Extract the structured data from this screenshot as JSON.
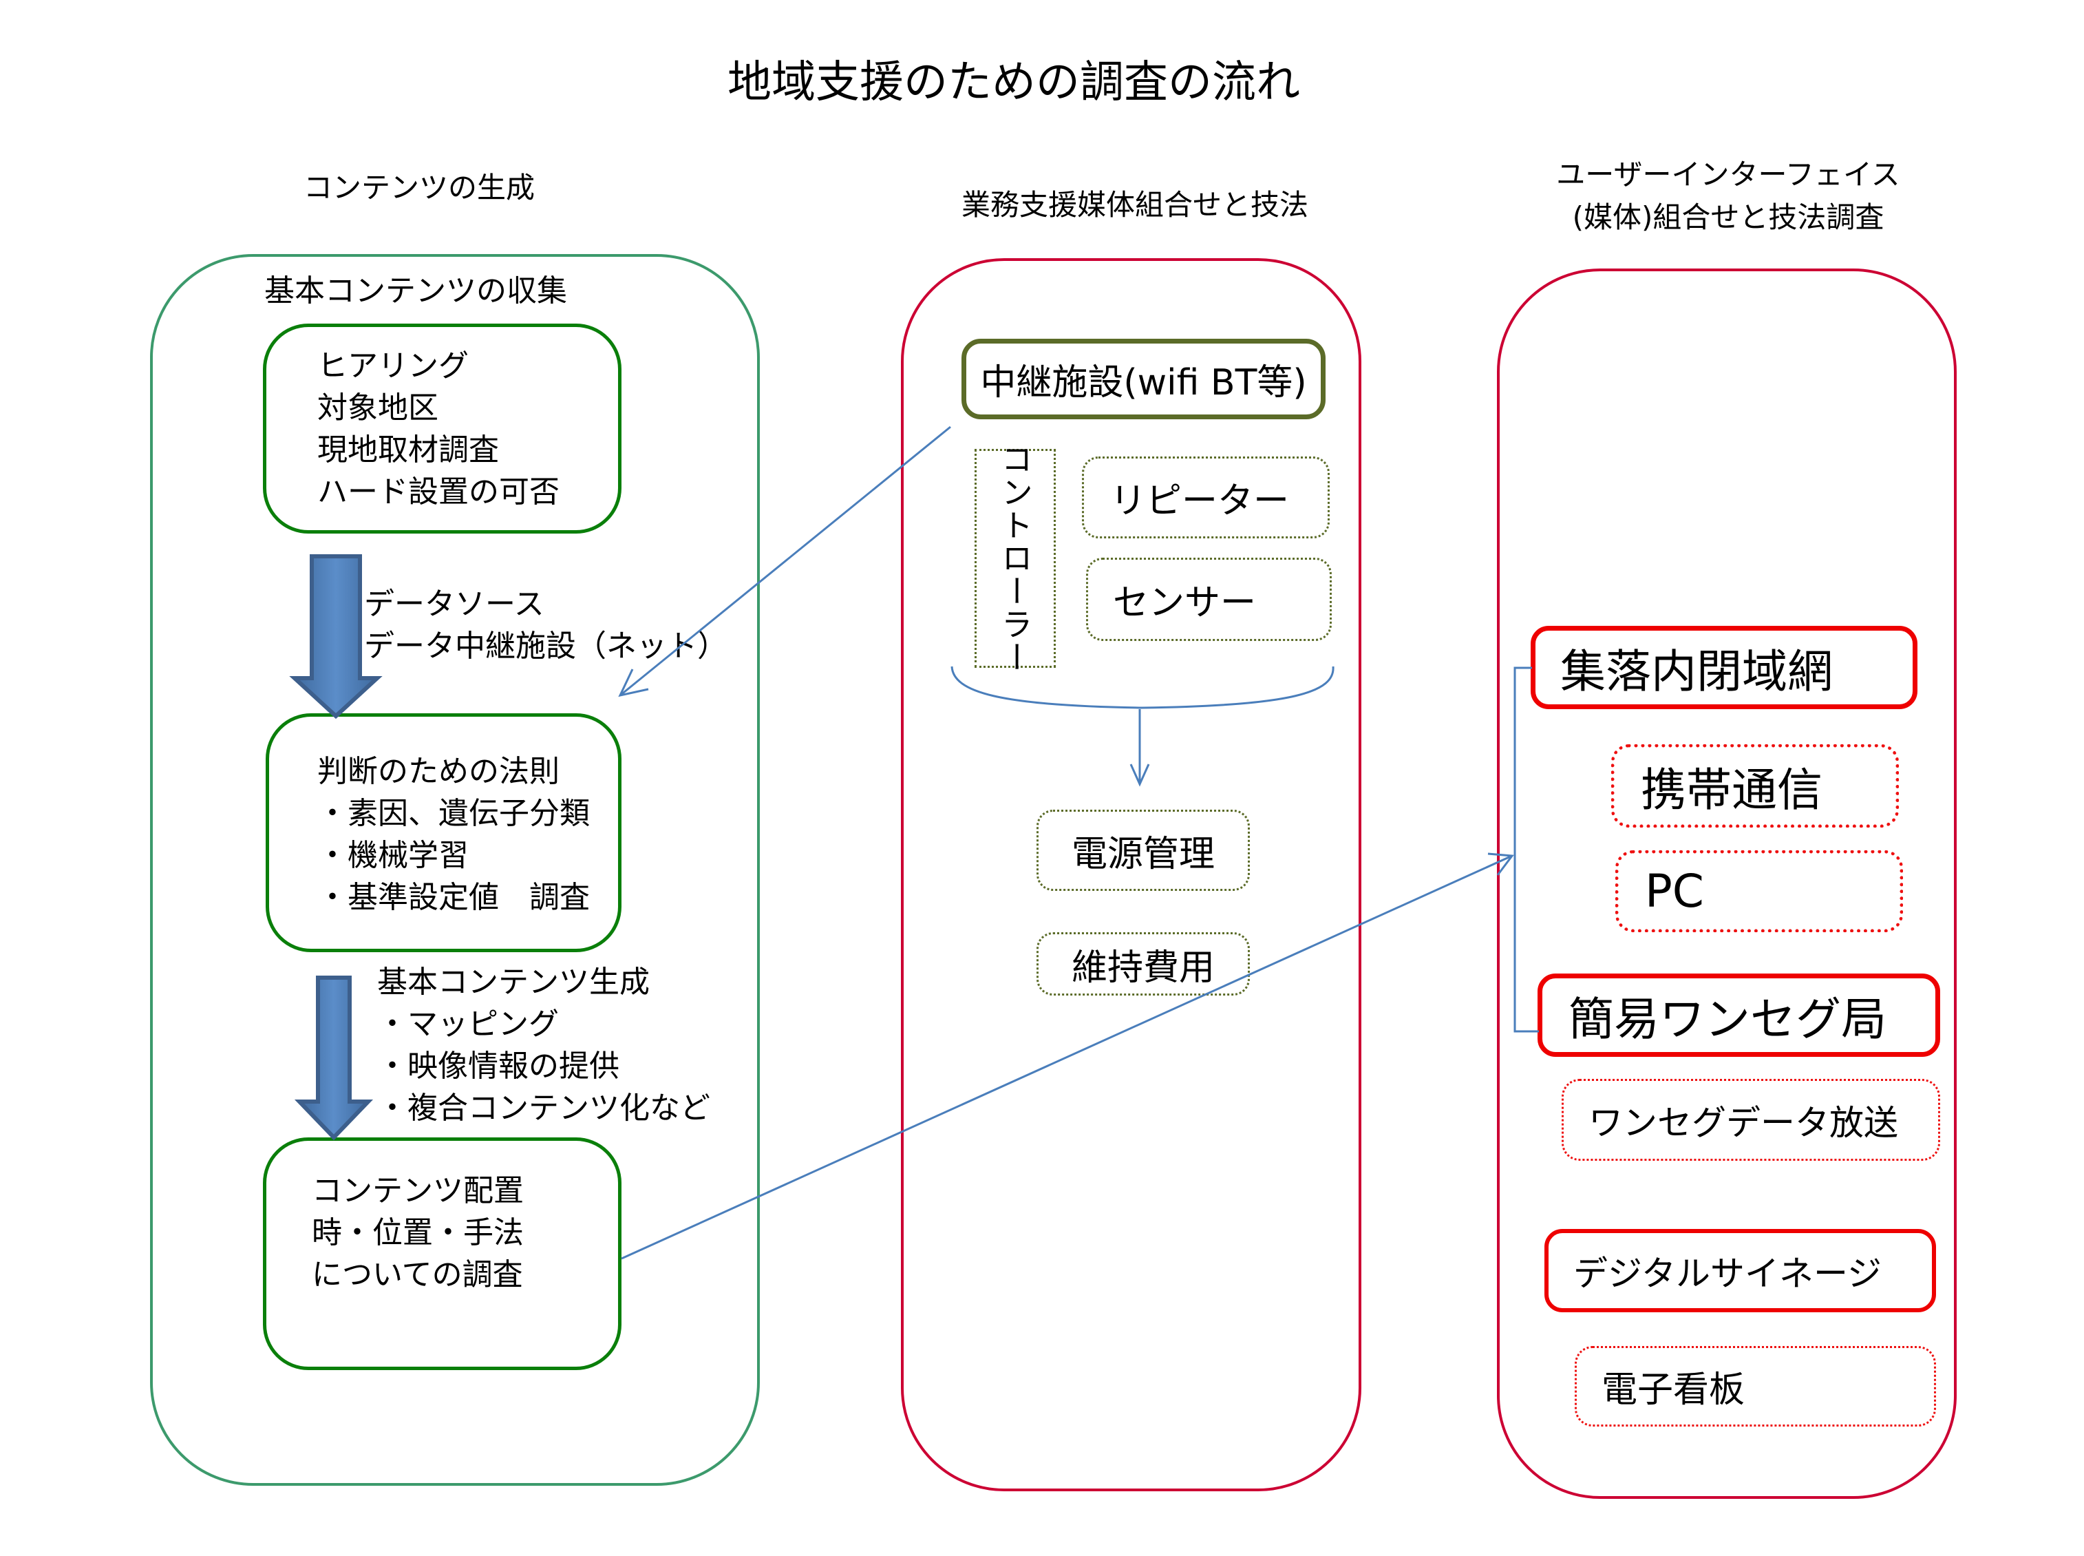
{
  "title": "地域支援のための調査の流れ",
  "columns": {
    "content": {
      "header": "コンテンツの生成",
      "section_label": "基本コンテンツの収集",
      "box_collection": [
        "ヒアリング",
        "対象地区",
        "現地取材調査",
        "ハード設置の可否"
      ],
      "arrow1_note": [
        "データソース",
        "データ中継施設（ネット）"
      ],
      "box_rules": [
        "判断のための法則",
        "・素因、遺伝子分類",
        "・機械学習",
        "・基準設定値　調査"
      ],
      "arrow2_note": [
        "基本コンテンツ生成",
        "・マッピング",
        "・映像情報の提供",
        "・複合コンテンツ化など"
      ],
      "box_placement": [
        "コンテンツ配置",
        "時・位置・手法",
        "についての調査"
      ]
    },
    "business": {
      "header": "業務支援媒体組合せと技法",
      "relay": "中継施設(wifi BT等)",
      "controller": "コントローラー",
      "repeater": "リピーター",
      "sensor": "センサー",
      "power": "電源管理",
      "maintenance": "維持費用"
    },
    "ui": {
      "header_line1": "ユーザーインターフェイス",
      "header_line2": "(媒体)組合せと技法調査",
      "closed_network": "集落内閉域網",
      "mobile": "携帯通信",
      "pc": "PC",
      "oneseg_station": "簡易ワンセグ局",
      "oneseg_data": "ワンセグデータ放送",
      "signage": "デジタルサイネージ",
      "e_board": "電子看板"
    }
  },
  "colors": {
    "content_outline": "#3c9a6c",
    "content_box": "#0a7f0a",
    "business_outline": "#cc0033",
    "relay_border": "#5b6b28",
    "ui_highlight": "#ee0000",
    "connector": "#4a7ebb",
    "flow_arrow": "#4f81bd"
  }
}
